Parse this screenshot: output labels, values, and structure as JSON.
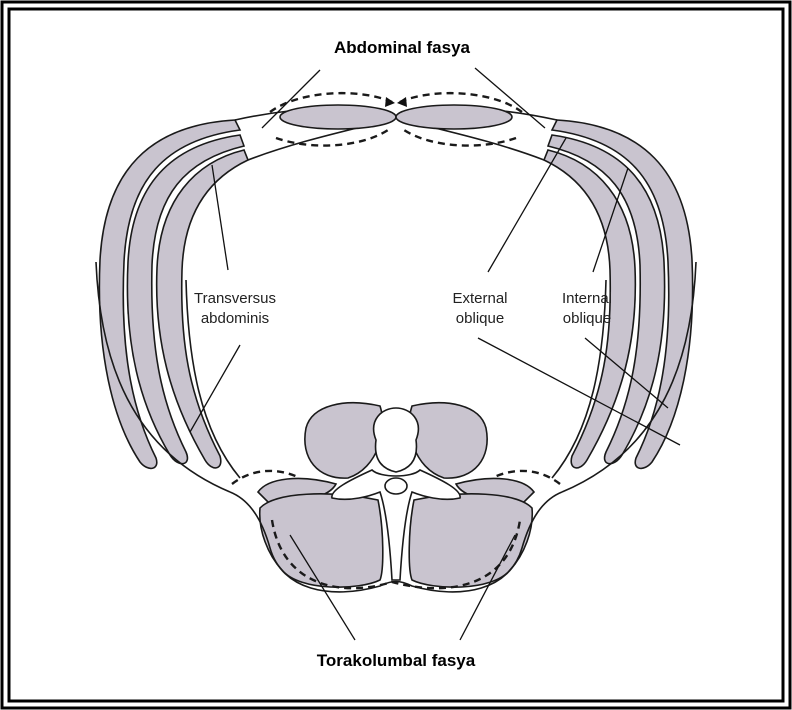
{
  "labels": {
    "abdominal_fascia": "Abdominal fasya",
    "thoracolumbar_fascia": "Torakolumbal fasya",
    "transversus_line1": "Transversus",
    "transversus_line2": "abdominis",
    "external_line1": "External",
    "external_line2": "oblique",
    "internal_line1": "Internal",
    "internal_line2": "oblique"
  },
  "colors": {
    "muscle_fill": "#c9c4cf",
    "outline": "#1a1a1a",
    "frame": "#000000"
  }
}
